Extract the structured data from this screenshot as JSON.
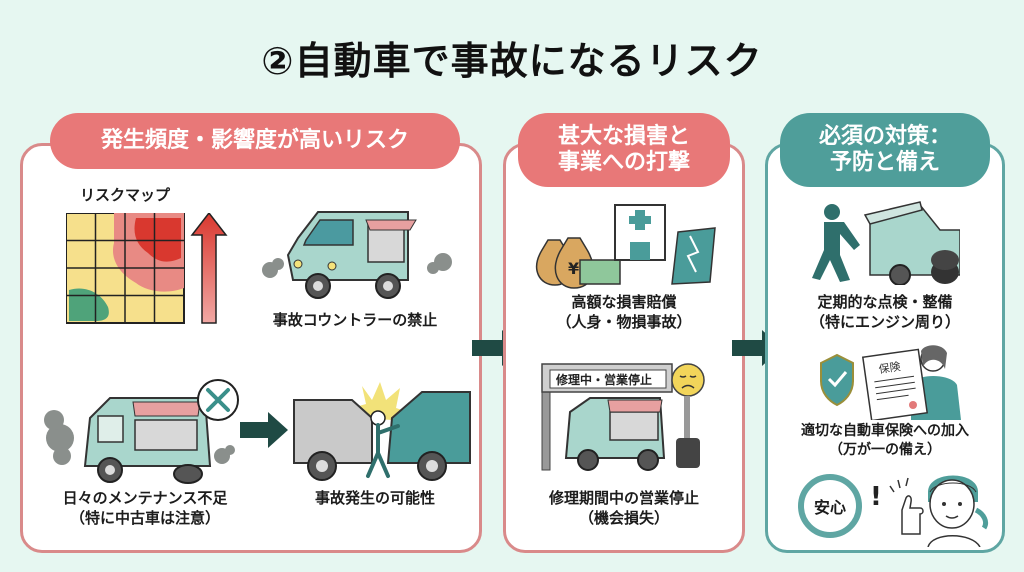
{
  "title": "②自動車で事故になるリスク",
  "colors": {
    "background": "#e6f7f1",
    "risk_accent": "#e87878",
    "risk_border": "#d98a8a",
    "solution_accent": "#4f9e9a",
    "solution_border": "#5fa6a3",
    "arrow": "#1f4a44"
  },
  "panels": {
    "risk": {
      "header": "発生頻度・影響度が高いリスク",
      "risk_map_label": "リスクマップ",
      "items": [
        {
          "icon": "food-truck-smoke-icon",
          "caption_lines": [
            "事故コウントラーの禁止"
          ]
        },
        {
          "icon": "food-truck-broken-icon",
          "caption_lines": [
            "日々のメンテナンス不足",
            "（特に中古車は注意）"
          ]
        },
        {
          "icon": "car-crash-icon",
          "caption_lines": [
            "事故発生の可能性"
          ]
        }
      ]
    },
    "damage": {
      "header_lines": [
        "甚大な損害と",
        "事業への打撃"
      ],
      "items": [
        {
          "icon": "money-hospital-icon",
          "caption_lines": [
            "高額な損害賠償",
            "（人身・物損事故）"
          ]
        },
        {
          "icon": "repair-shop-icon",
          "sign_text": "修理中・営業停止",
          "caption_lines": [
            "修理期間中の営業停止",
            "（機会損失）"
          ]
        }
      ]
    },
    "solution": {
      "header_lines": [
        "必須の対策：",
        "予防と備え"
      ],
      "items": [
        {
          "icon": "mechanic-icon",
          "caption_lines": [
            "定期的な点検・整備",
            "（特にエンジン周り）"
          ]
        },
        {
          "icon": "insurance-icon",
          "document_label": "保険",
          "caption_lines": [
            "適切な自動車保険への加入",
            "（万が一の備え）"
          ]
        }
      ],
      "badge_text": "安心",
      "badge_exclaim": "!"
    }
  }
}
